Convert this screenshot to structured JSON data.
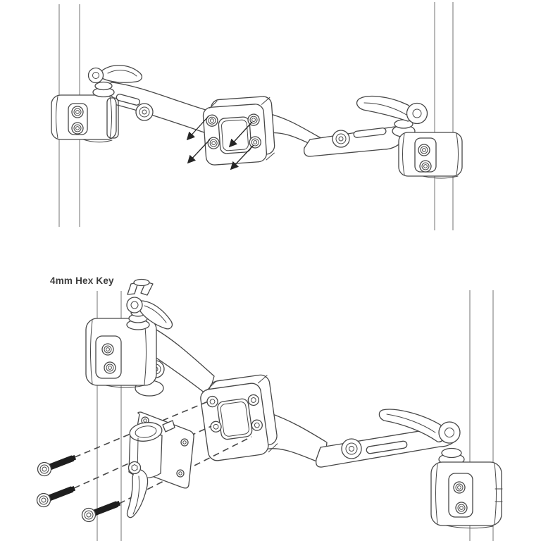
{
  "figure": {
    "background": "#ffffff",
    "colors": {
      "bg": "#ffffff",
      "line": "#474747",
      "pole": "#8a8a8a",
      "screw": "#1e1e1e",
      "arrow": "#262626",
      "text": "#3c3c3c"
    },
    "step1": {
      "arrow_count": 4,
      "parts": [
        "left-pole",
        "right-pole",
        "left-rod-clamp",
        "right-rod-clamp",
        "quick-release-levers",
        "crossbar",
        "accessory-mounting-plate",
        "plate-socket-screws"
      ]
    },
    "step2": {
      "label": "4mm Hex Key",
      "screw_count": 3,
      "dashed_guide_count": 3,
      "parts": [
        "left-pole",
        "right-pole",
        "left-rod-clamp",
        "right-rod-clamp",
        "crossbar",
        "accessory-mounting-plate",
        "accessory-rod-clamp",
        "clamp-lever",
        "hex-socket-screws",
        "dashed-guide-lines"
      ]
    }
  }
}
